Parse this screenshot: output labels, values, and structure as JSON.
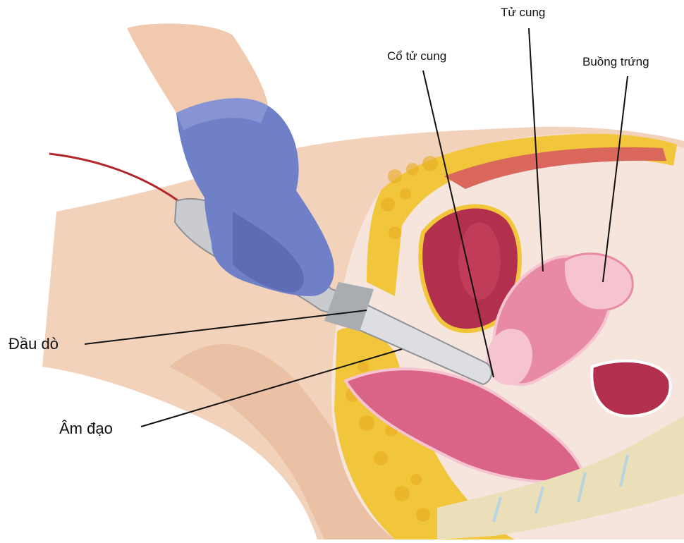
{
  "labels": {
    "tu_cung": "Tử cung",
    "co_tu_cung": "Cổ tử cung",
    "buong_trung": "Buồng trứng",
    "dau_do": "Đầu dò",
    "am_dao": "Âm đạo"
  },
  "colors": {
    "skin": "#f1c9ae",
    "skin_shadow": "#d9a487",
    "glove": "#6f7fc8",
    "glove_shadow": "#4f5ca6",
    "probe": "#c9cbcf",
    "probe_dark": "#8e9196",
    "cable": "#b3262b",
    "fat": "#f2c63a",
    "fat_dark": "#d9a420",
    "uterus": "#e98aa5",
    "uterus_light": "#f6c3d1",
    "bladder": "#b2304e",
    "rectum": "#d96487",
    "bone": "#eadfb8",
    "muscle": "#d9675b"
  }
}
